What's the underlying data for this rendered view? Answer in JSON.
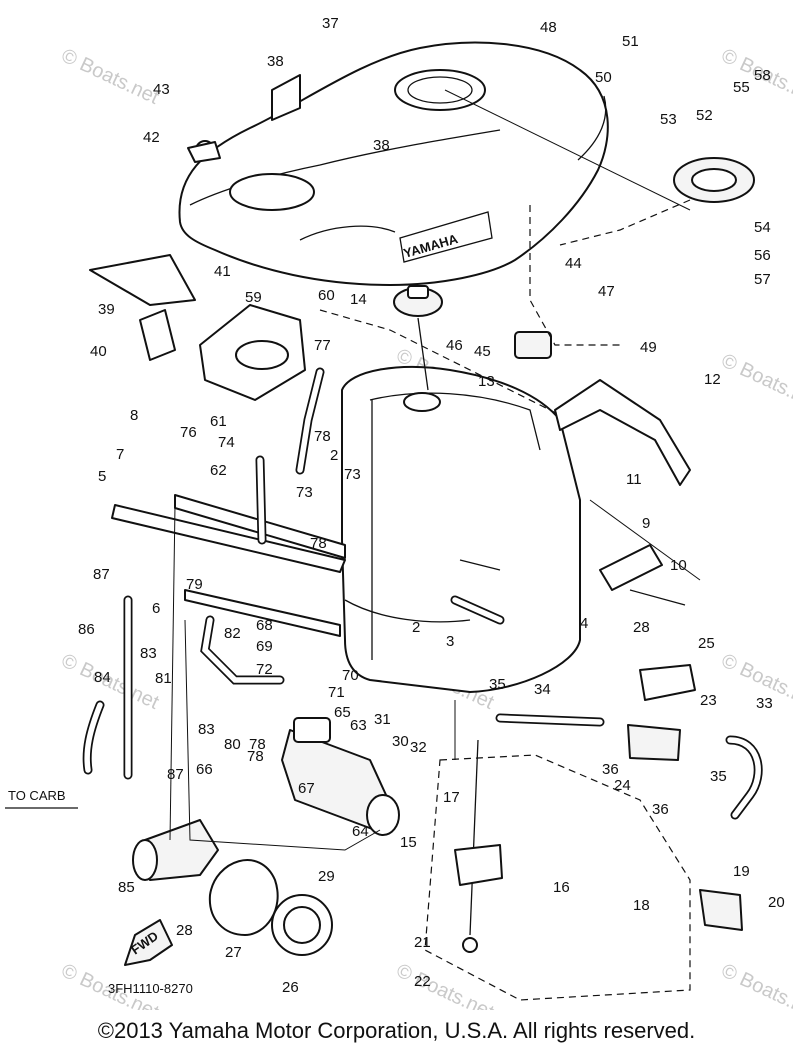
{
  "watermark": "© Boats.net",
  "side_label": "TO CARB",
  "arrow_label": "FWD",
  "tank_brand": "YAMAHA",
  "drawing_code": "3FH1110-8270",
  "copyright": "©2013 Yamaha Motor Corporation, U.S.A. All rights reserved.",
  "callouts": [
    "37",
    "38",
    "38",
    "43",
    "42",
    "48",
    "51",
    "50",
    "55",
    "58",
    "53",
    "52",
    "54",
    "56",
    "57",
    "41",
    "39",
    "40",
    "59",
    "60",
    "14",
    "46",
    "45",
    "44",
    "47",
    "49",
    "13",
    "12",
    "11",
    "77",
    "78",
    "73",
    "76",
    "8",
    "61",
    "74",
    "62",
    "73",
    "78",
    "2",
    "7",
    "5",
    "87",
    "6",
    "86",
    "84",
    "83",
    "81",
    "79",
    "82",
    "68",
    "69",
    "72",
    "70",
    "71",
    "65",
    "63",
    "80",
    "78",
    "83",
    "78",
    "87",
    "66",
    "67",
    "31",
    "30",
    "32",
    "2",
    "3",
    "4",
    "9",
    "10",
    "28",
    "25",
    "35",
    "34",
    "36",
    "23",
    "24",
    "36",
    "33",
    "35",
    "17",
    "15",
    "64",
    "29",
    "85",
    "28",
    "27",
    "26",
    "16",
    "18",
    "19",
    "20",
    "21",
    "22"
  ]
}
